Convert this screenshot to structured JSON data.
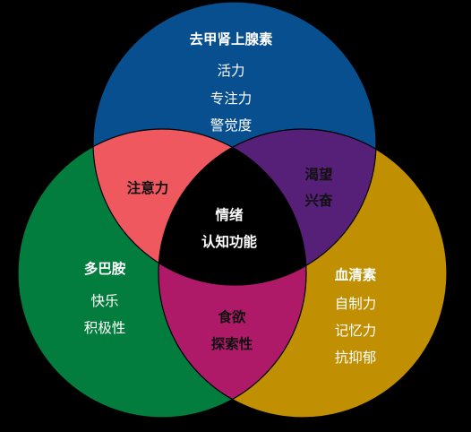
{
  "circles": {
    "top": {
      "title": "去甲肾上腺素",
      "items": [
        "活力",
        "专注力",
        "警觉度"
      ],
      "color": "#074F8F"
    },
    "left": {
      "title": "多巴胺",
      "items": [
        "快乐",
        "积极性"
      ],
      "color": "#037D3D"
    },
    "right": {
      "title": "血清素",
      "items": [
        "自制力",
        "记忆力",
        "抗抑郁"
      ],
      "color": "#C18F02"
    }
  },
  "overlaps": {
    "top_left": {
      "lines": [
        "注意力"
      ],
      "color": "#F0585F"
    },
    "top_right": {
      "lines": [
        "渴望",
        "兴奋"
      ],
      "color": "#561F78"
    },
    "left_right": {
      "lines": [
        "食欲",
        "探索性"
      ],
      "color": "#AE1A67"
    },
    "center": {
      "lines": [
        "情绪",
        "认知功能"
      ],
      "color": "#000000"
    }
  },
  "text_colors": {
    "light": "#FFFFFF",
    "dark": "#111111"
  }
}
